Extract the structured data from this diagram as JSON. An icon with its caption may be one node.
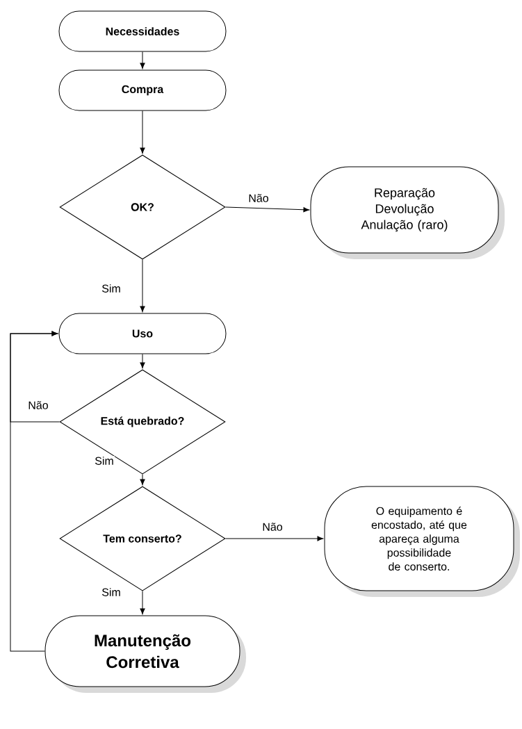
{
  "diagram": {
    "nodes": [
      {
        "text": [
          "Necessidades"
        ]
      },
      {
        "text": [
          "Compra"
        ]
      },
      {
        "text": [
          "OK?"
        ]
      },
      {
        "text": [
          "Reparação Devolução Anulação (raro)"
        ]
      },
      {
        "text": [
          "Uso"
        ]
      },
      {
        "text": [
          "Está quebrado?"
        ]
      },
      {
        "text": [
          "Tem conserto?"
        ]
      },
      {
        "text": [
          "O equipamento é encostado, até que apareça alguma possibilidade de conserto."
        ]
      },
      {
        "text": [
          "Manutenção Corretiva"
        ]
      }
    ],
    "edges": [
      {
        "from": 0,
        "to": 1,
        "arrow": "to"
      },
      {
        "from": 1,
        "to": 2,
        "arrow": "to"
      },
      {
        "from": 2,
        "to": 3,
        "arrow": "to",
        "label": "Não"
      },
      {
        "from": 2,
        "to": 4,
        "arrow": "to",
        "label": "Sim"
      },
      {
        "from": 4,
        "to": 5,
        "arrow": "to"
      },
      {
        "from": 5,
        "to": 4,
        "arrow": "to",
        "label": "Não"
      },
      {
        "from": 5,
        "to": 6,
        "arrow": "to",
        "label": "Sim"
      },
      {
        "from": 6,
        "to": 7,
        "arrow": "to",
        "label": "Não"
      },
      {
        "from": 6,
        "to": 8,
        "arrow": "to",
        "label": "Sim"
      },
      {
        "from": 8,
        "to": 4,
        "arrow": "to"
      }
    ]
  }
}
